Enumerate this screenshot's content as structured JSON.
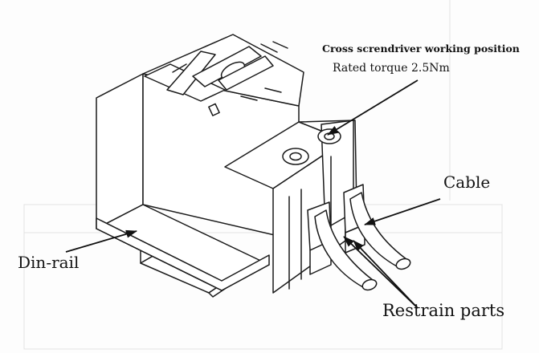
{
  "labels": {
    "screwdriver_position": "Cross screndriver working position",
    "rated_torque": "Rated torque  2.5Nm",
    "cable": "Cable",
    "din_rail": "Din-rail",
    "restrain_parts": "Restrain parts"
  },
  "colors": {
    "line": "#1a1a1a",
    "fill": "#ffffff",
    "faint": "#dcdcdc"
  }
}
